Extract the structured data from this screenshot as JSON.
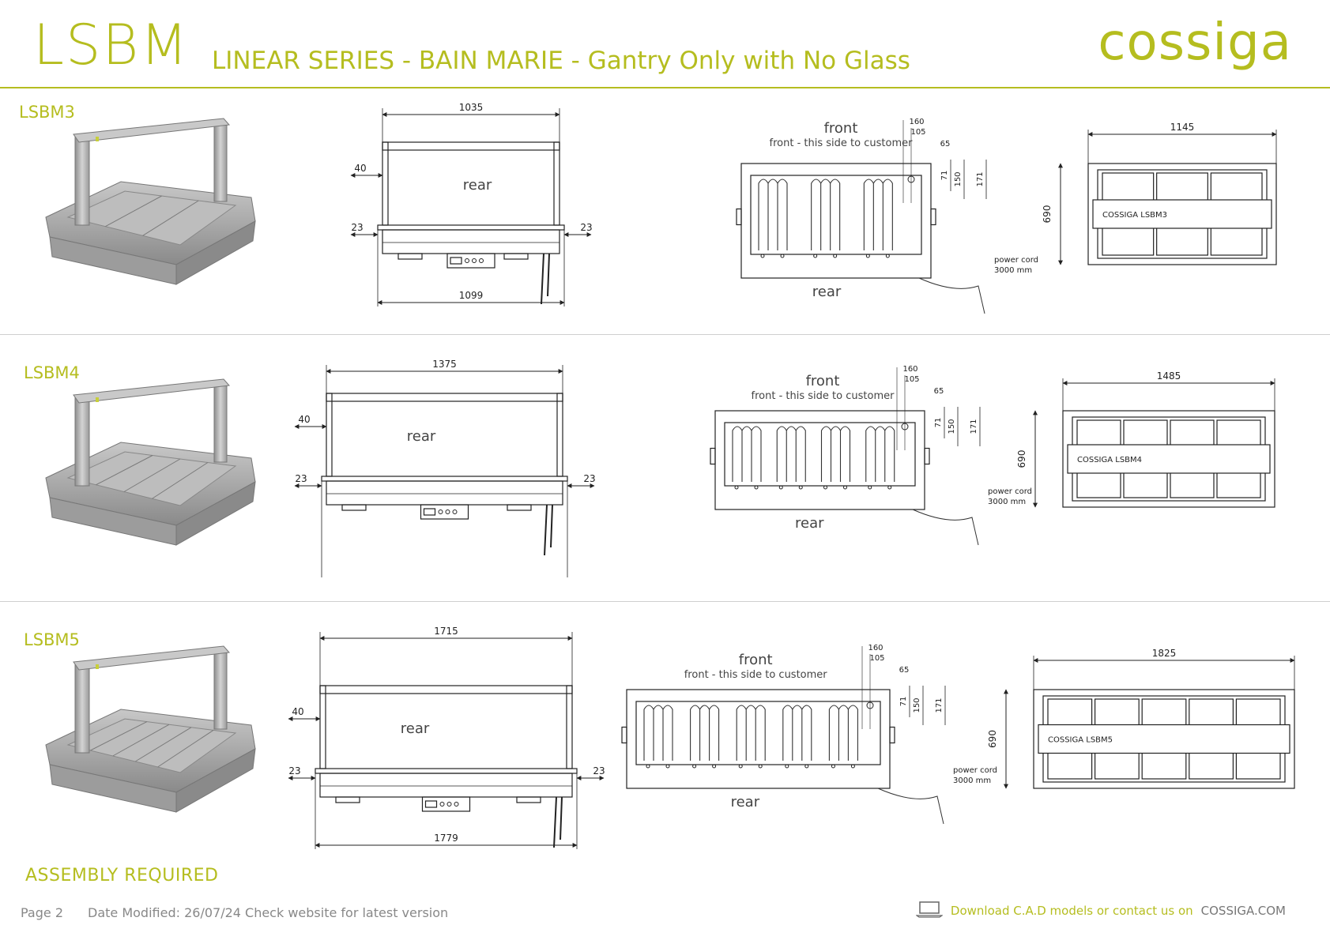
{
  "header": {
    "code": "LSBM",
    "series": "LINEAR SERIES - ",
    "product": "BAIN MARIE",
    "variant": " - Gantry Only with No Glass",
    "logo": "cossiga"
  },
  "colors": {
    "accent": "#b5bd1f",
    "line": "#222222",
    "steel": "#a9a9a9"
  },
  "labels": {
    "front": "front",
    "front_note": "front - this side to customer",
    "rear": "rear",
    "power_cord": "power cord",
    "cord_length": "3000 mm"
  },
  "models": [
    {
      "name": "LSBM3",
      "side_top": "1035",
      "side_bottom": "1099",
      "gantry_offset": "40",
      "left": "23",
      "right": "23",
      "pad": {
        "d160": "160",
        "d105": "105",
        "d65": "65",
        "d71": "71",
        "d150": "150",
        "d171": "171"
      },
      "top_width": "1145",
      "depth": "690",
      "plate": "COSSIGA LSBM3",
      "wells": 3
    },
    {
      "name": "LSBM4",
      "side_top": "1375",
      "side_bottom": "",
      "gantry_offset": "40",
      "left": "23",
      "right": "23",
      "pad": {
        "d160": "160",
        "d105": "105",
        "d65": "65",
        "d71": "71",
        "d150": "150",
        "d171": "171"
      },
      "top_width": "1485",
      "depth": "690",
      "plate": "COSSIGA LSBM4",
      "wells": 4
    },
    {
      "name": "LSBM5",
      "side_top": "1715",
      "side_bottom": "1779",
      "gantry_offset": "40",
      "left": "23",
      "right": "23",
      "pad": {
        "d160": "160",
        "d105": "105",
        "d65": "65",
        "d71": "71",
        "d150": "150",
        "d171": "171"
      },
      "top_width": "1825",
      "depth": "690",
      "plate": "COSSIGA LSBM5",
      "wells": 5
    }
  ],
  "assembly": "ASSEMBLY REQUIRED",
  "footer": {
    "page": "Page 2",
    "date": "Date Modified: 26/07/24 Check website for latest version",
    "download": "Download C.A.D models or contact us on",
    "site": "COSSIGA.COM",
    "icon": "laptop-icon"
  }
}
